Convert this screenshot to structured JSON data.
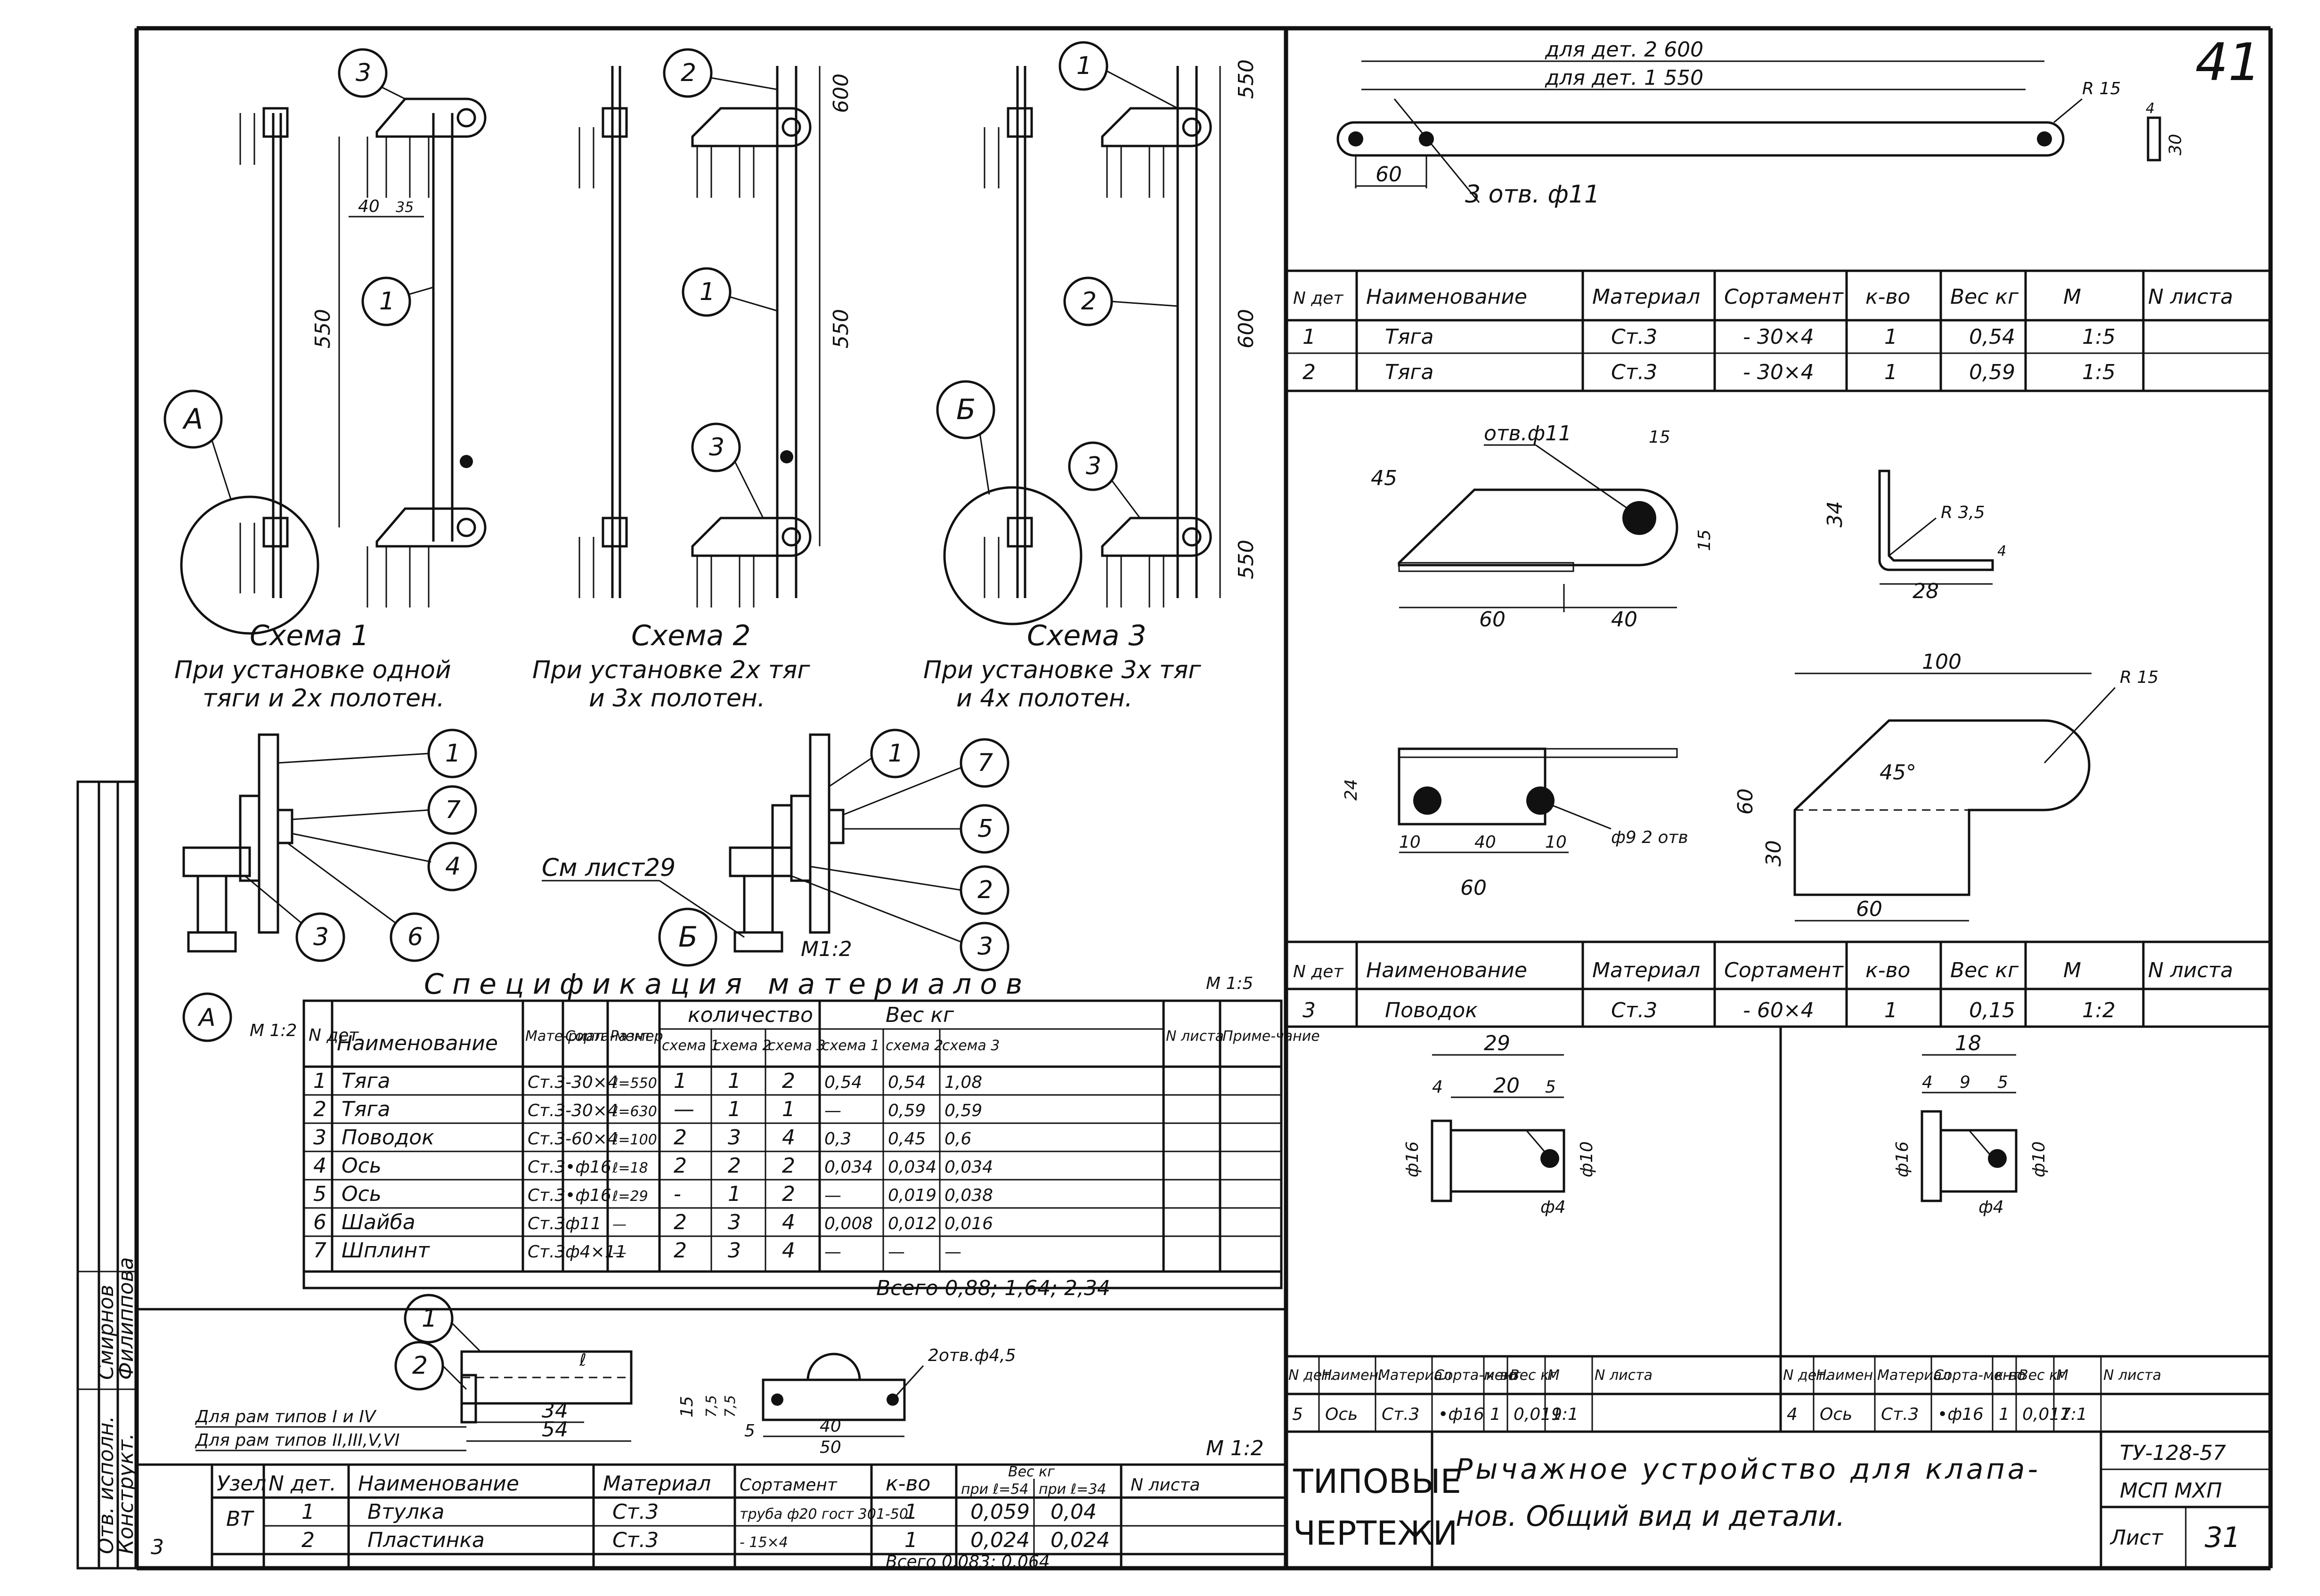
{
  "sheet_number_corner": "41",
  "stamp": {
    "left": "ТИПОВЫЕ",
    "left2": "ЧЕРТЕЖИ",
    "title1": "Рычажное устройство для клапа-",
    "title2": "нов. Общий вид и детали.",
    "code": "ТУ-128-57",
    "org": "МСП МХП",
    "sheet_label": "Лист",
    "sheet_no": "31"
  },
  "side_stamp": {
    "r1": "Отв. исполн.",
    "r2": "Конструкт.",
    "r3": "Смирнов",
    "r4": "Филиппова",
    "r5": "3"
  },
  "schemes": {
    "s1_title": "Схема 1",
    "s1_desc1": "При установке одной",
    "s1_desc2": "тяги и 2х полотен.",
    "s2_title": "Схема 2",
    "s2_desc1": "При установке 2х тяг",
    "s2_desc2": "и 3х полотен.",
    "s3_title": "Схема 3",
    "s3_desc1": "При установке 3х тяг",
    "s3_desc2": "и 4х полотен.",
    "dim_550": "550",
    "dim_600": "600",
    "dim_40": "40",
    "dim_35": "35",
    "label_A": "А",
    "label_B": "Б",
    "cm_sheet": "См лист29",
    "m12": "М 1:2",
    "m12b": "М1:2",
    "m15": "М 1:5"
  },
  "spec": {
    "title": "Спецификация материалов",
    "headers": {
      "n": "N дет.",
      "name": "Наименование",
      "mat": "Мате-риал",
      "sort": "Сорта-мент",
      "size": "Размер",
      "qty": "количество",
      "weight": "Вес кг",
      "sheet": "N листа",
      "note": "Приме-чание",
      "s1": "схема 1",
      "s2": "схема 2",
      "s3": "схема 3"
    },
    "rows": [
      [
        "1",
        "Тяга",
        "Ст.3",
        "-30×4",
        "ℓ=550",
        "1",
        "1",
        "2",
        "0,54",
        "0,54",
        "1,08"
      ],
      [
        "2",
        "Тяга",
        "Ст.3",
        "-30×4",
        "ℓ=630",
        "—",
        "1",
        "1",
        "—",
        "0,59",
        "0,59"
      ],
      [
        "3",
        "Поводок",
        "Ст.3",
        "-60×4",
        "ℓ=100",
        "2",
        "3",
        "4",
        "0,3",
        "0,45",
        "0,6"
      ],
      [
        "4",
        "Ось",
        "Ст.3",
        "•ф16",
        "ℓ=18",
        "2",
        "2",
        "2",
        "0,034",
        "0,034",
        "0,034"
      ],
      [
        "5",
        "Ось",
        "Ст.3",
        "•ф16",
        "ℓ=29",
        "-",
        "1",
        "2",
        "—",
        "0,019",
        "0,038"
      ],
      [
        "6",
        "Шайба",
        "Ст.3",
        "ф11",
        "—",
        "2",
        "3",
        "4",
        "0,008",
        "0,012",
        "0,016"
      ],
      [
        "7",
        "Шплинт",
        "Ст.3",
        "ф4×11",
        "—",
        "2",
        "3",
        "4",
        "—",
        "—",
        "—"
      ]
    ],
    "total": "Всего 0,88; 1,64; 2,34"
  },
  "bt": {
    "for_frames1": "Для рам типов I и IV",
    "for_frames2": "Для рам типов II,III,V,VI",
    "dims": [
      "34",
      "54",
      "40",
      "50",
      "5",
      "15",
      "7,5",
      "7,5",
      "ℓ"
    ],
    "holes": "2отв.ф4,5",
    "m12": "М 1:2",
    "headers": [
      "Узел",
      "N дет.",
      "Наименование",
      "Материал",
      "Сортамент",
      "к-во",
      "Вес кг",
      "при ℓ=54",
      "при ℓ=34",
      "N листа"
    ],
    "unit": "ВТ",
    "rows": [
      [
        "1",
        "Втулка",
        "Ст.3",
        "труба ф20 гост 301-50",
        "1",
        "0,059",
        "0,04"
      ],
      [
        "2",
        "Пластинка",
        "Ст.3",
        "- 15×4",
        "1",
        "0,024",
        "0,024"
      ]
    ],
    "total": "Всего 0,083; 0,064"
  },
  "det12": {
    "dim_top1": "для дет. 2  600",
    "dim_top2": "для дет. 1  550",
    "dim_60": "60",
    "holes": "3 отв. ф11",
    "r15": "R 15",
    "d4": "4",
    "d30": "30",
    "headers": [
      "N дет",
      "Наименование",
      "Материал",
      "Сортамент",
      "к-во",
      "Вес кг",
      "М",
      "N листа"
    ],
    "rows": [
      [
        "1",
        "Тяга",
        "Ст.3",
        "- 30×4",
        "1",
        "0,54",
        "1:5",
        ""
      ],
      [
        "2",
        "Тяга",
        "Ст.3",
        "- 30×4",
        "1",
        "0,59",
        "1:5",
        ""
      ]
    ]
  },
  "det3": {
    "hole": "отв.ф11",
    "d15": "15",
    "d45": "45",
    "d60": "60",
    "d40": "40",
    "d15b": "15",
    "d34": "34",
    "r35": "R 3,5",
    "d28": "28",
    "d4": "4",
    "d100": "100",
    "r15": "R 15",
    "a45": "45°",
    "d60v": "60",
    "d30": "30",
    "d60h": "60",
    "d24": "24",
    "d10": "10",
    "d40h": "40",
    "d10b": "10",
    "d60b": "60",
    "holes2": "ф9 2 отв",
    "headers": [
      "N дет",
      "Наименование",
      "Материал",
      "Сортамент",
      "к-во",
      "Вес кг",
      "М",
      "N листа"
    ],
    "row": [
      "3",
      "Поводок",
      "Ст.3",
      "- 60×4",
      "1",
      "0,15",
      "1:2",
      ""
    ]
  },
  "axes": {
    "a5": {
      "d29": "29",
      "d20": "20",
      "d4": "4",
      "d5": "5",
      "f16": "ф16",
      "f10": "ф10",
      "f4": "ф4"
    },
    "a4": {
      "d18": "18",
      "d9": "9",
      "d4": "4",
      "d5": "5",
      "f16": "ф16",
      "f10": "ф10",
      "f4": "ф4"
    },
    "headers": [
      "N дет.",
      "Наимен.",
      "Материал",
      "Сорта-мент",
      "к-во",
      "Вес кг",
      "М",
      "N листа"
    ],
    "row5": [
      "5",
      "Ось",
      "Ст.3",
      "•ф16",
      "1",
      "0,019",
      "1:1",
      ""
    ],
    "row4": [
      "4",
      "Ось",
      "Ст.3",
      "•ф16",
      "1",
      "0,017",
      "1:1",
      ""
    ]
  }
}
